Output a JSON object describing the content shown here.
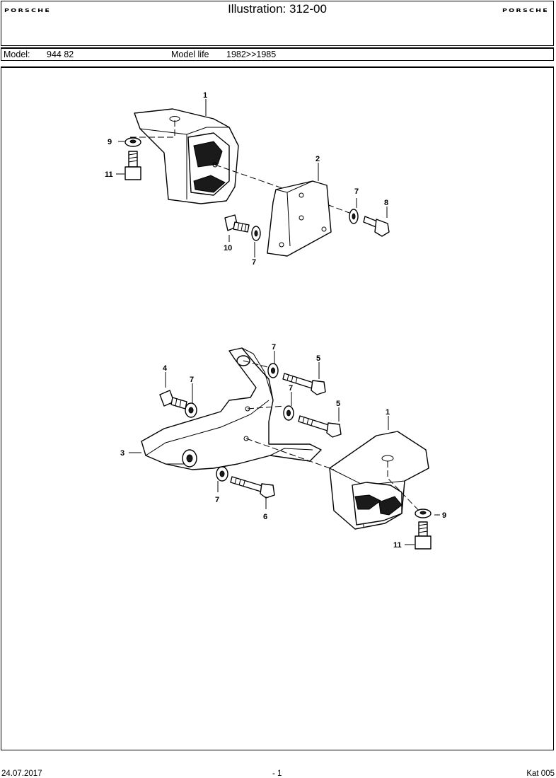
{
  "header": {
    "brand_left": "PORSCHE",
    "brand_right": "PORSCHE",
    "title": "Illustration: 312-00"
  },
  "model_bar": {
    "model_label": "Model:",
    "model_value": "944 82",
    "life_label": "Model life",
    "life_value": "1982>>1985"
  },
  "callouts": {
    "upper": [
      "1",
      "9",
      "11",
      "2",
      "7",
      "8",
      "10",
      "7"
    ],
    "lower": [
      "7",
      "4",
      "7",
      "5",
      "7",
      "5",
      "1",
      "3",
      "9",
      "7",
      "6",
      "11"
    ]
  },
  "footer": {
    "date": "24.07.2017",
    "page": "- 1",
    "catalog": "Kat 005"
  }
}
